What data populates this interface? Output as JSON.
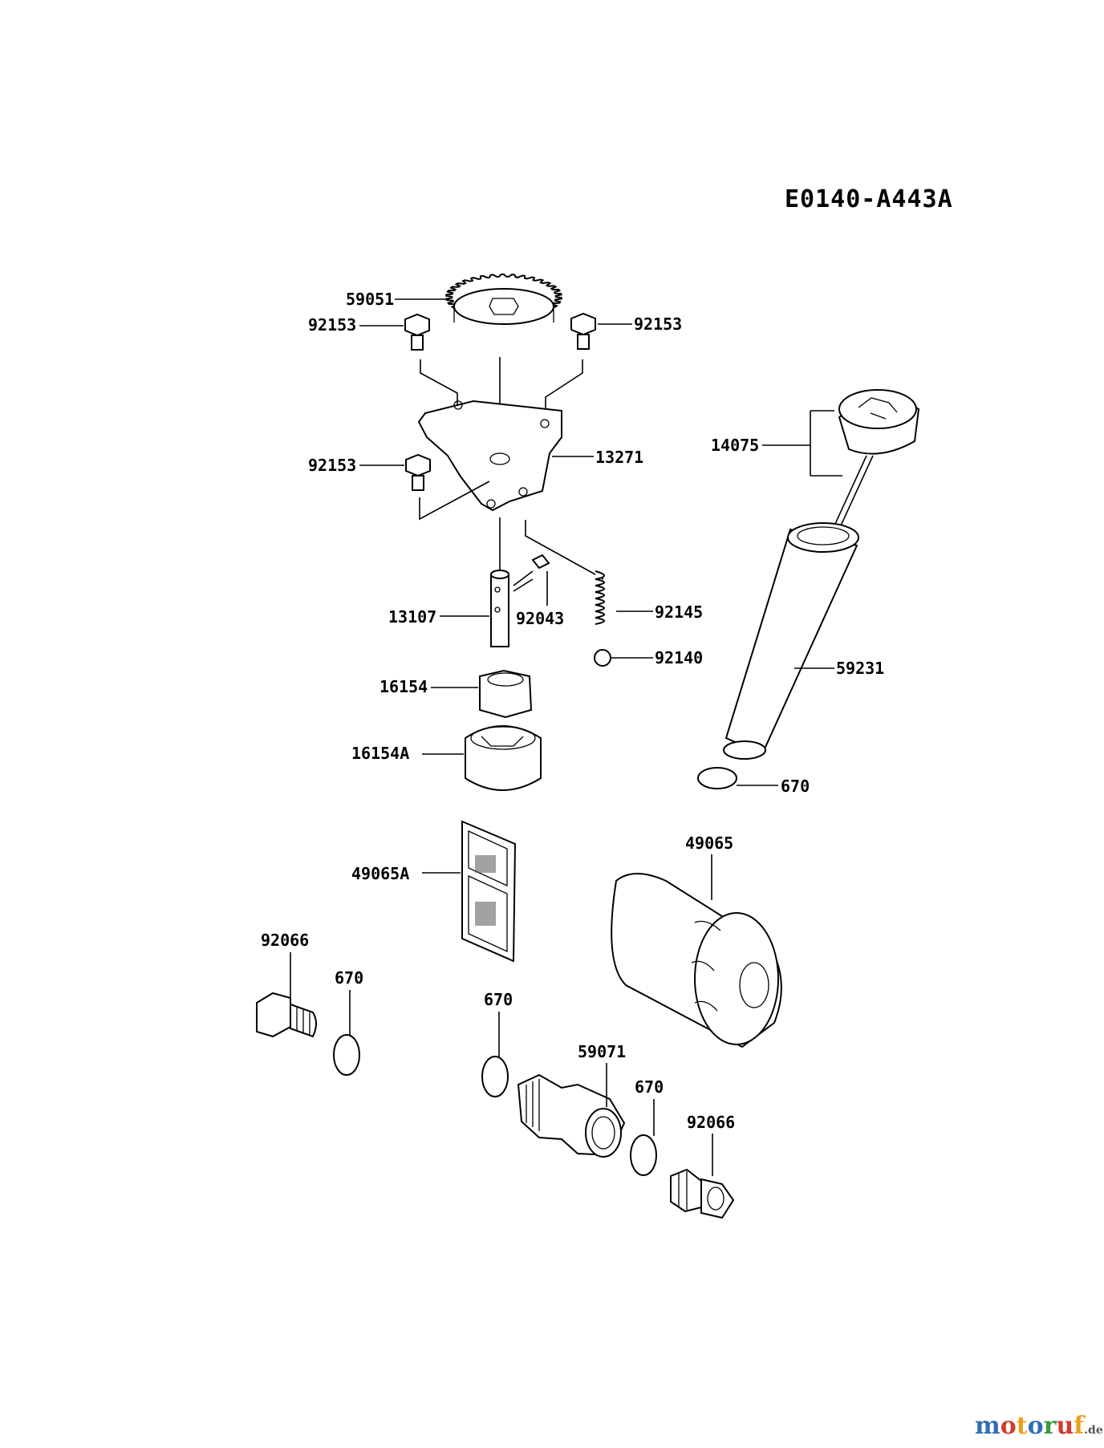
{
  "diagram_code": "E0140-A443A",
  "labels": {
    "gear": "59051",
    "bolt_top_left": "92153",
    "bolt_top_right": "92153",
    "bolt_mid_left": "92153",
    "plate": "13271",
    "dipstick_cap": "14075",
    "shaft": "13107",
    "pin": "92043",
    "spring": "92145",
    "ball": "92140",
    "tube": "59231",
    "inner_rotor": "16154",
    "outer_rotor": "16154A",
    "oring_tube": "670",
    "screen": "49065A",
    "oil_filter": "49065",
    "plug_left": "92066",
    "oring_left": "670",
    "oring_center": "670",
    "fitting": "59071",
    "oring_right": "670",
    "plug_right": "92066"
  },
  "watermark": {
    "letters": [
      "m",
      "o",
      "t",
      "o",
      "r",
      "u",
      "f"
    ],
    "suffix": ".de",
    "colors": [
      "#2f6db5",
      "#d23a2a",
      "#e8a21a",
      "#2f6db5",
      "#3d9a3d",
      "#d23a2a",
      "#e8a21a"
    ]
  }
}
